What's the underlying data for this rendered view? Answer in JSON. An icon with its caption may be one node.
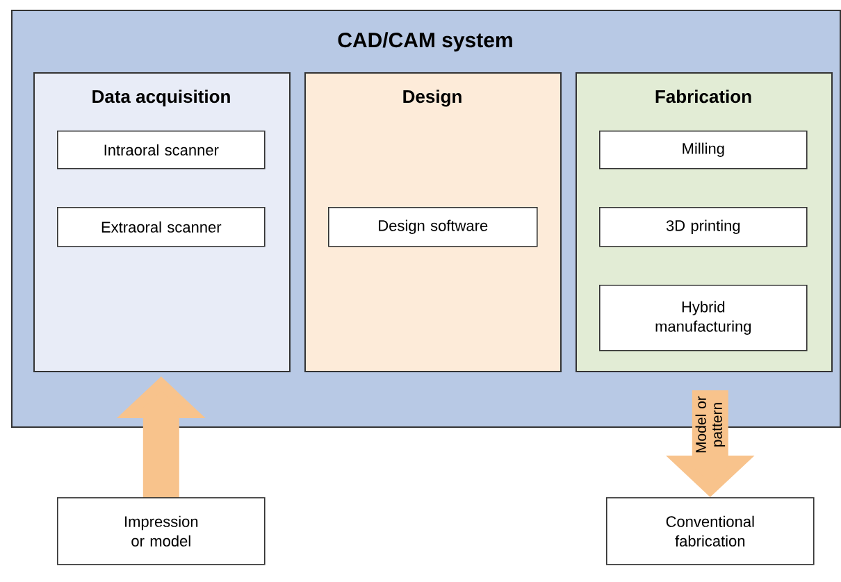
{
  "diagram": {
    "nodes": [
      {
        "text": [
          "CAD/CAM system"
        ]
      },
      {
        "text": [
          "Data acquisition"
        ],
        "in": 0
      },
      {
        "text": [
          "Intraoral scanner"
        ],
        "in": 1
      },
      {
        "text": [
          "Extraoral scanner"
        ],
        "in": 1
      },
      {
        "text": [
          "Design"
        ],
        "in": 0
      },
      {
        "text": [
          "Design software"
        ],
        "in": 4
      },
      {
        "text": [
          "Fabrication"
        ],
        "in": 0
      },
      {
        "text": [
          "Milling"
        ],
        "in": 6
      },
      {
        "text": [
          "3D printing"
        ],
        "in": 6
      },
      {
        "text": [
          "Hybrid manufacturing"
        ],
        "in": 6
      },
      {
        "text": [
          "Impression or model"
        ]
      },
      {
        "text": [
          "Conventional fabrication"
        ]
      }
    ],
    "edges": [
      {
        "from": 10,
        "to": 1,
        "arrow": "to"
      },
      {
        "from": 6,
        "to": 11,
        "arrow": "to",
        "label": "Model or pattern"
      }
    ]
  }
}
